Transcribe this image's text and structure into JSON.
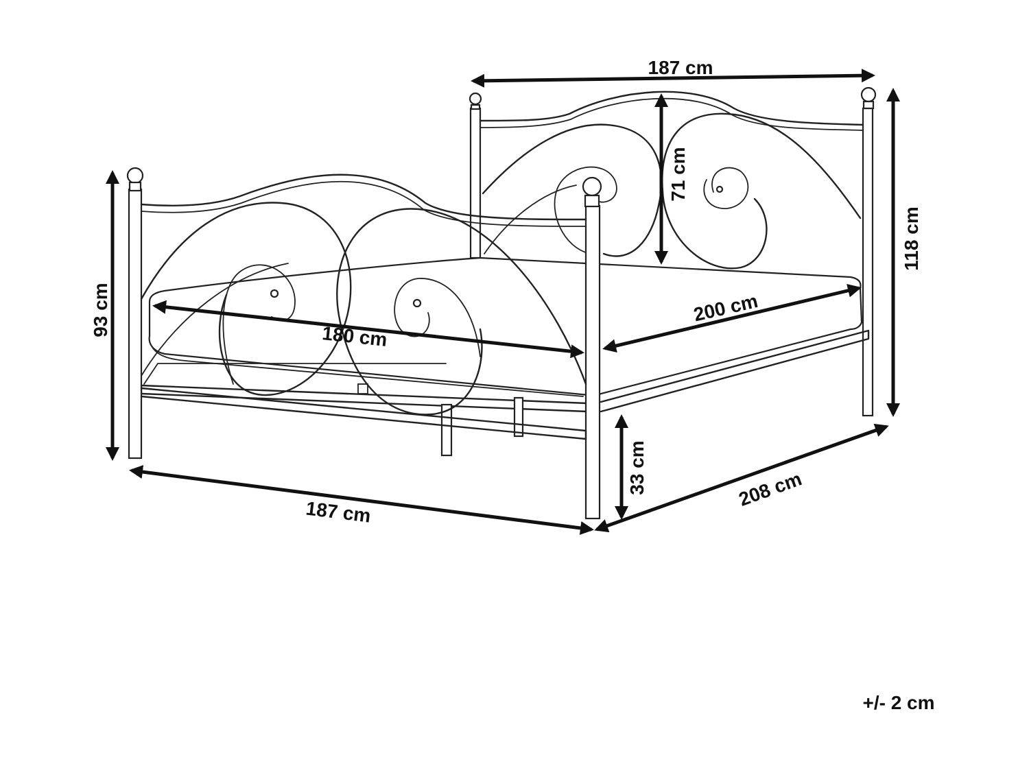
{
  "diagram": {
    "subject": "metal bed frame with scrolled headboard and footboard",
    "stroke_color": "#222222",
    "dimension_color": "#111111",
    "background": "#ffffff"
  },
  "dimensions": {
    "headboard_width": "187 cm",
    "headboard_inner_height": "71 cm",
    "headboard_height": "118 cm",
    "footboard_height": "93 cm",
    "mattress_width": "180 cm",
    "mattress_length": "200 cm",
    "leg_height": "33 cm",
    "frame_width": "187 cm",
    "frame_length": "208 cm"
  },
  "tolerance": "+/- 2 cm"
}
